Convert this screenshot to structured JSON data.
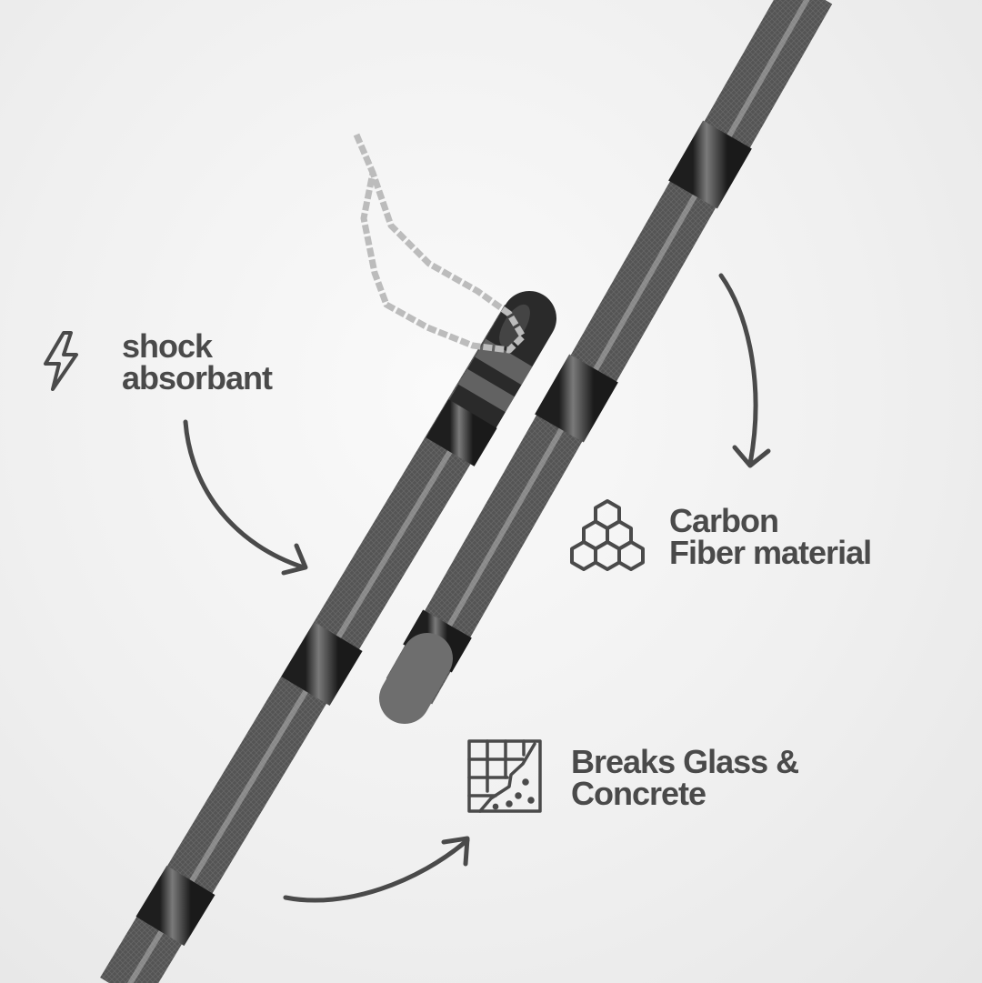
{
  "features": {
    "shock": {
      "line1": "shock",
      "line2": "absorbant",
      "icon": "lightning-bolt-icon"
    },
    "carbon": {
      "line1": "Carbon",
      "line2": "Fiber material",
      "icon": "honeycomb-icon"
    },
    "glass": {
      "line1": "Breaks Glass &",
      "line2": "Concrete",
      "icon": "cracked-wall-icon"
    }
  },
  "colors": {
    "text": "#4a4a4a",
    "icon": "#4a4a4a",
    "background": "#f2f2f2",
    "pole": "#5a5a5a"
  }
}
